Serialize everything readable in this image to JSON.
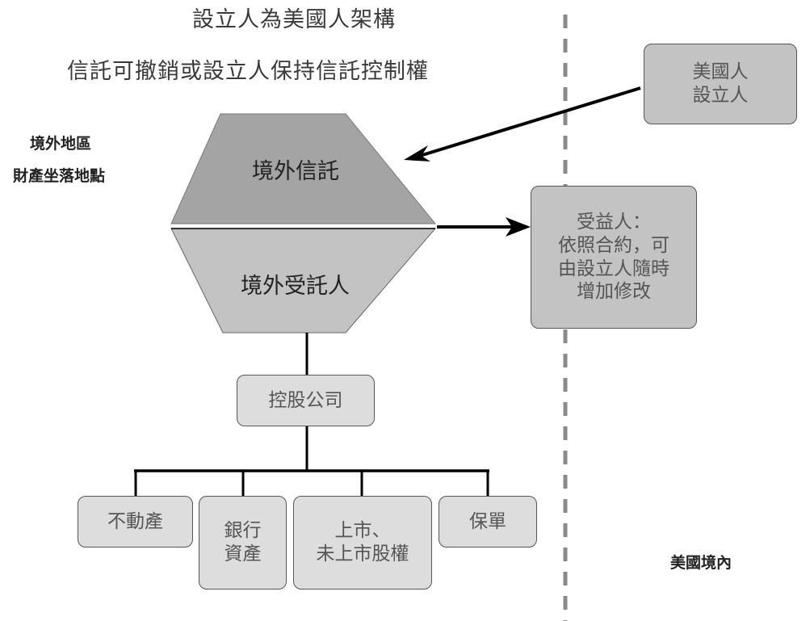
{
  "header": {
    "title": "設立人為美國人架構",
    "subtitle": "信託可撤銷或設立人保持信託控制權"
  },
  "regions": {
    "offshore_label_line1": "境外地區",
    "offshore_label_line2": "財產坐落地點",
    "domestic_label": "美國境內"
  },
  "nodes": {
    "offshore_trust": "境外信託",
    "offshore_trustee": "境外受託人",
    "us_settlor": [
      "美國人",
      "設立人"
    ],
    "beneficiary": [
      "受益人：",
      "依照合約，可",
      "由設立人隨時",
      "增加修改"
    ],
    "holding_company": "控股公司",
    "assets": [
      {
        "lines": [
          "不動產"
        ]
      },
      {
        "lines": [
          "銀行",
          "資產"
        ]
      },
      {
        "lines": [
          "上市、",
          "未上市股權"
        ]
      },
      {
        "lines": [
          "保單"
        ]
      }
    ]
  },
  "edges": [
    {
      "from": "us_settlor",
      "to": "offshore_trust",
      "type": "arrow"
    },
    {
      "from": "offshore_trust",
      "to": "beneficiary",
      "type": "arrow"
    },
    {
      "from": "offshore_trustee",
      "to": "holding_company",
      "type": "line"
    },
    {
      "from": "holding_company",
      "to": "assets",
      "type": "tree"
    }
  ],
  "colors": {
    "trust_fill": "#a3a4a3",
    "trustee_fill": "#c2c3c2",
    "box_dark": "#c2c3c2",
    "box_light": "#dcdddc",
    "divider": "#8a8a8a",
    "line": "#000000"
  }
}
